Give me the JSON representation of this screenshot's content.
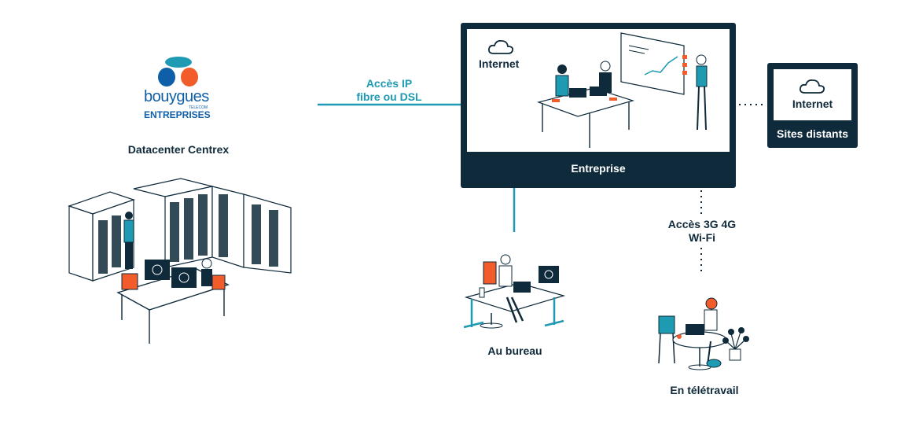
{
  "logo": {
    "brand_line1": "bouygues",
    "brand_line2": "TELECOM",
    "brand_line3": "ENTREPRISES"
  },
  "datacenter": {
    "label": "Datacenter Centrex"
  },
  "link_access": {
    "line1": "Accès IP",
    "line2": "fibre ou DSL"
  },
  "enterprise": {
    "label": "Entreprise",
    "internet": "Internet"
  },
  "sites": {
    "internet": "Internet",
    "label": "Sites distants"
  },
  "mobile_access": {
    "line1": "Accès 3G 4G",
    "line2": "Wi-Fi"
  },
  "office": {
    "label": "Au bureau"
  },
  "remote": {
    "label": "En télétravail"
  },
  "colors": {
    "navy": "#0e2a3b",
    "teal": "#1e9bb2",
    "orange": "#f25c2a",
    "blue": "#0f5fa8"
  }
}
